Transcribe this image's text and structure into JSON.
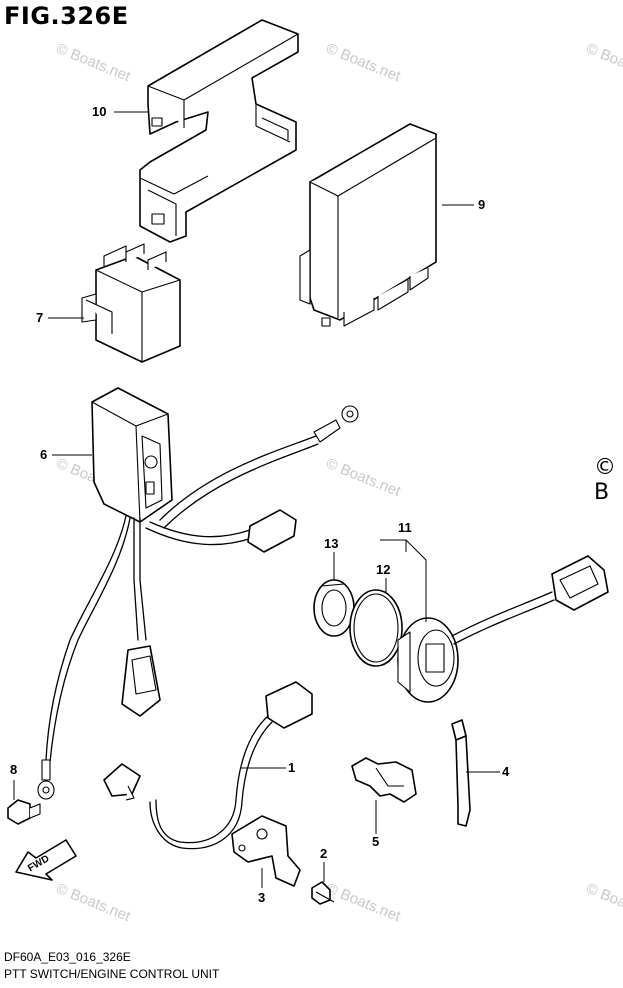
{
  "figure": {
    "title": "FIG.326E",
    "diagram_code": "DF60A_E03_016_326E",
    "caption": "PTT SWITCH/ENGINE CONTROL UNIT",
    "direction_arrow_label": "FWD",
    "edge_mark": "© B"
  },
  "watermark": "© Boats.net",
  "callouts": [
    {
      "id": "1",
      "part": "harness"
    },
    {
      "id": "2",
      "part": "screw"
    },
    {
      "id": "3",
      "part": "bracket"
    },
    {
      "id": "4",
      "part": "cable-tie"
    },
    {
      "id": "5",
      "part": "clamp"
    },
    {
      "id": "6",
      "part": "ptt-relay-with-harness"
    },
    {
      "id": "7",
      "part": "relay"
    },
    {
      "id": "8",
      "part": "bolt"
    },
    {
      "id": "9",
      "part": "engine-control-unit"
    },
    {
      "id": "10",
      "part": "ecu-cover"
    },
    {
      "id": "11",
      "part": "ptt-switch"
    },
    {
      "id": "12",
      "part": "o-ring"
    },
    {
      "id": "13",
      "part": "nut"
    }
  ]
}
